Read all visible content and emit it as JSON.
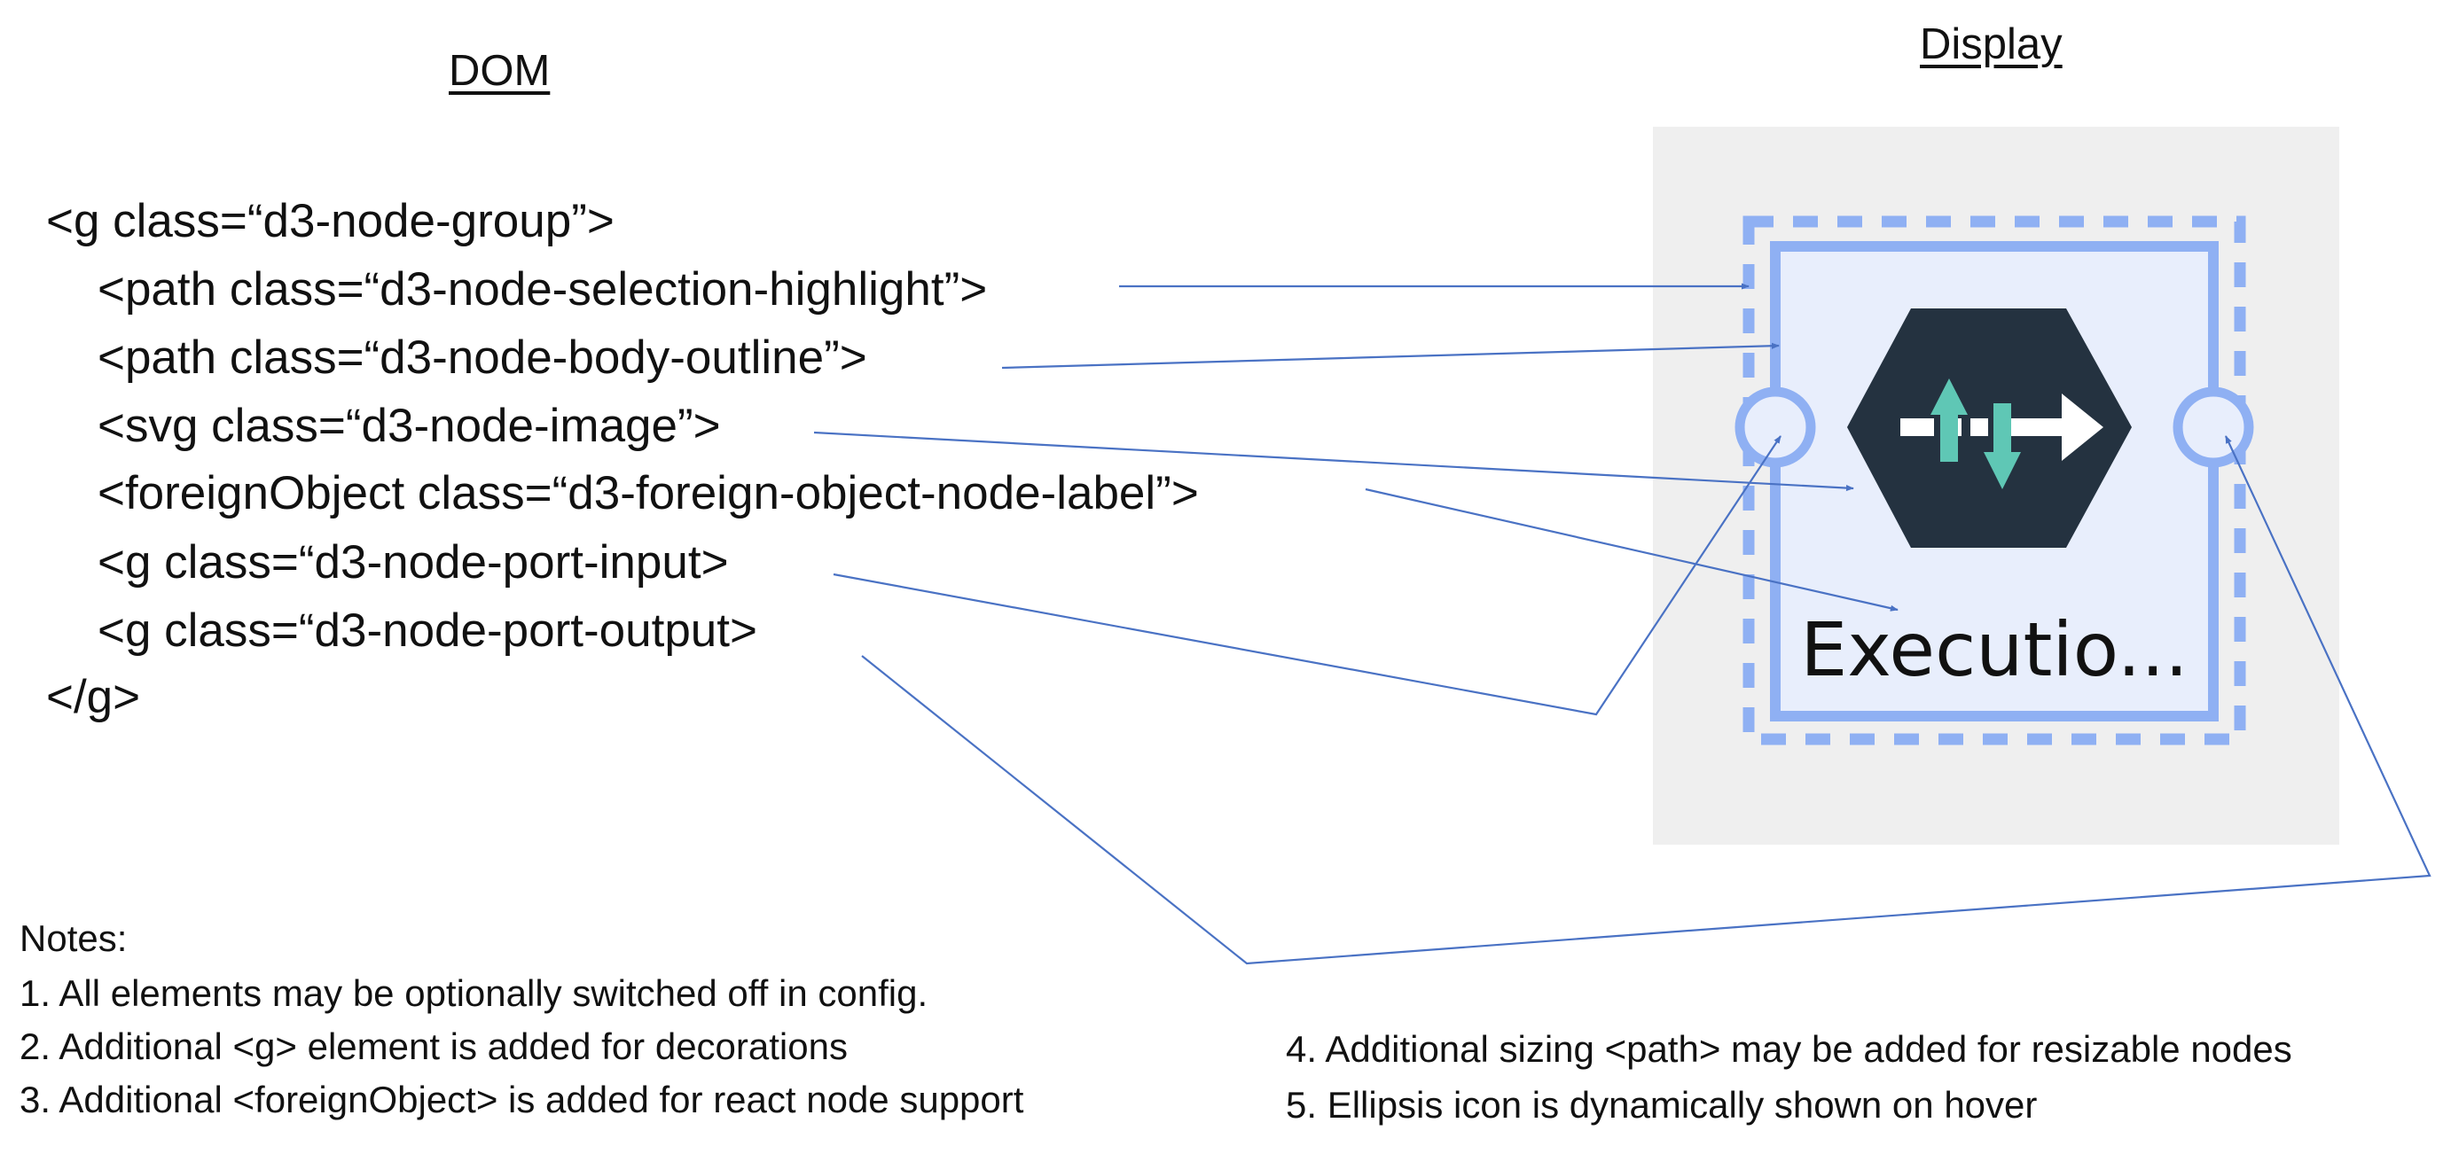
{
  "headings": {
    "dom": "DOM",
    "display": "Display"
  },
  "dom_lines": [
    "<g class=“d3-node-group”>",
    "<path class=“d3-node-selection-highlight”>",
    "<path class=“d3-node-body-outline”>",
    "<svg class=“d3-node-image”>",
    "<foreignObject class=“d3-foreign-object-node-label”>",
    "<g class=“d3-node-port-input>",
    "<g class=“d3-node-port-output>",
    "</g>"
  ],
  "node": {
    "label": "Executio...",
    "icon": "merge-split-arrows-icon",
    "colors": {
      "panel": "#efefef",
      "body_fill": "#e8eefc",
      "outline": "#8fb0f3",
      "hexagon": "#243240",
      "accent": "#5fc7b5",
      "arrow": "#ffffff",
      "connector": "#4a72c4"
    }
  },
  "notes": {
    "title": "Notes:",
    "items": [
      "1. All elements may be optionally switched off in config.",
      "2. Additional <g> element is added for decorations",
      "3. Additional <foreignObject> is added for react node support",
      "4. Additional sizing <path>  may be added for resizable nodes",
      "5. Ellipsis icon is dynamically shown on hover"
    ]
  }
}
